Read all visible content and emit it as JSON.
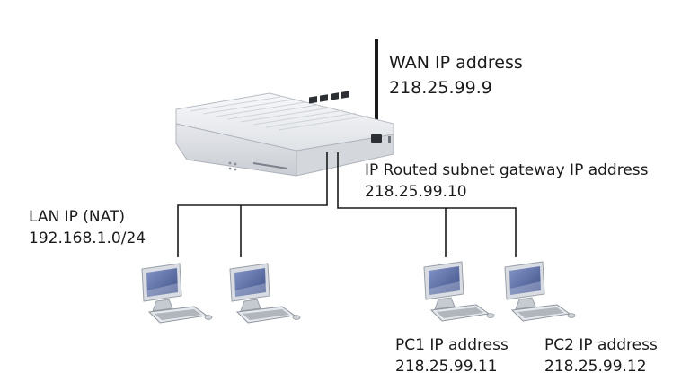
{
  "colors": {
    "line": "#1a1a1a",
    "router_body": "#e9ebee",
    "monitor_screen": "#5a6fa8",
    "monitor_frame": "#d9dde3"
  },
  "router": {
    "icon": "router-icon"
  },
  "labels": {
    "wan": {
      "title": "WAN IP address",
      "value": "218.25.99.9"
    },
    "routed_subnet": {
      "title": "IP Routed subnet gateway IP address",
      "value": "218.25.99.10"
    },
    "lan": {
      "title": "LAN IP (NAT)",
      "value": "192.168.1.0/24"
    },
    "pc1": {
      "title": "PC1 IP address",
      "value": "218.25.99.11"
    },
    "pc2": {
      "title": "PC2 IP address",
      "value": "218.25.99.12"
    }
  },
  "computers": [
    {
      "icon": "computer-icon",
      "group": "lan"
    },
    {
      "icon": "computer-icon",
      "group": "lan"
    },
    {
      "icon": "computer-icon",
      "group": "routed",
      "label": "pc1"
    },
    {
      "icon": "computer-icon",
      "group": "routed",
      "label": "pc2"
    }
  ]
}
